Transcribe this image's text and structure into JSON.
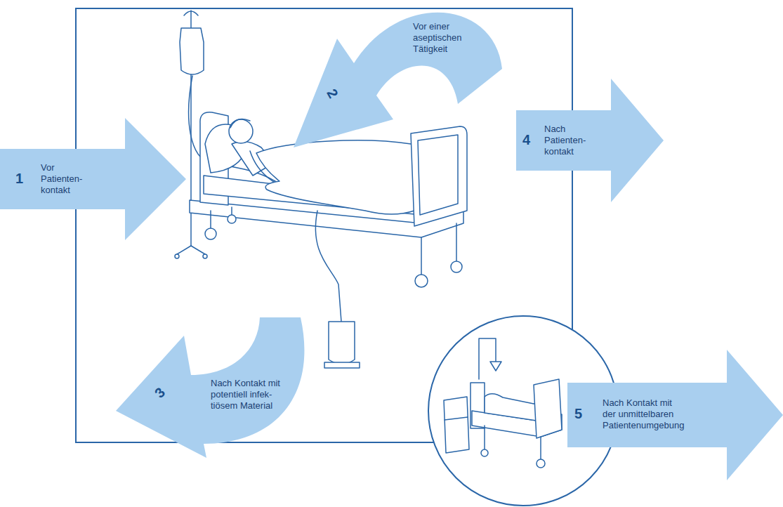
{
  "diagram": {
    "nodes": [
      {
        "text": [
          "1",
          "Vor Patienten- kontakt"
        ]
      },
      {
        "text": [
          "2",
          "Vor einer aseptischen Tätigkeit"
        ]
      },
      {
        "text": [
          "3",
          "Nach Kontakt mit potentiell infek- tiösem Material"
        ]
      },
      {
        "text": [
          "4",
          "Nach Patienten- kontakt"
        ]
      },
      {
        "text": [
          "5",
          "Nach Kontakt mit der unmittelbaren Patientenumgebung"
        ]
      }
    ]
  }
}
